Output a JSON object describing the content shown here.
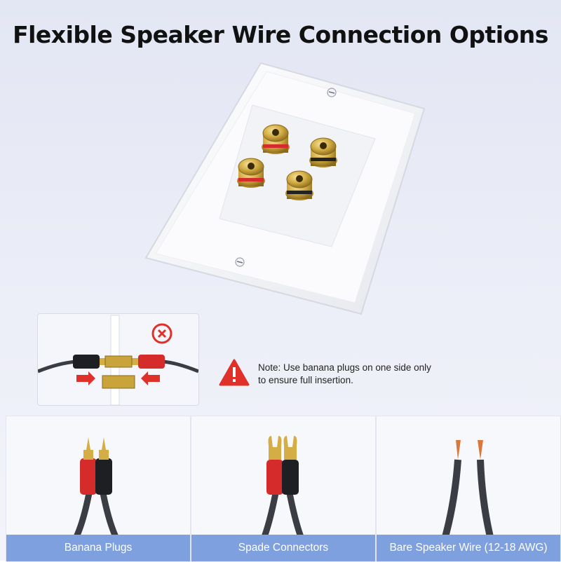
{
  "title": "Flexible Speaker Wire Connection Options",
  "note": {
    "text": "Note: Use banana plugs on one side only to ensure full insertion.",
    "icon": "warning-triangle-icon",
    "status_icon": "x-circle-icon"
  },
  "cards": [
    {
      "label": "Banana Plugs",
      "icon": "banana-plug-icon"
    },
    {
      "label": "Spade Connectors",
      "icon": "spade-connector-icon"
    },
    {
      "label": "Bare Speaker Wire (12-18 AWG)",
      "icon": "bare-wire-icon"
    }
  ],
  "colors": {
    "label_bar": "#7fa0de",
    "warning": "#e0302a",
    "gold": "#c9a43a"
  }
}
